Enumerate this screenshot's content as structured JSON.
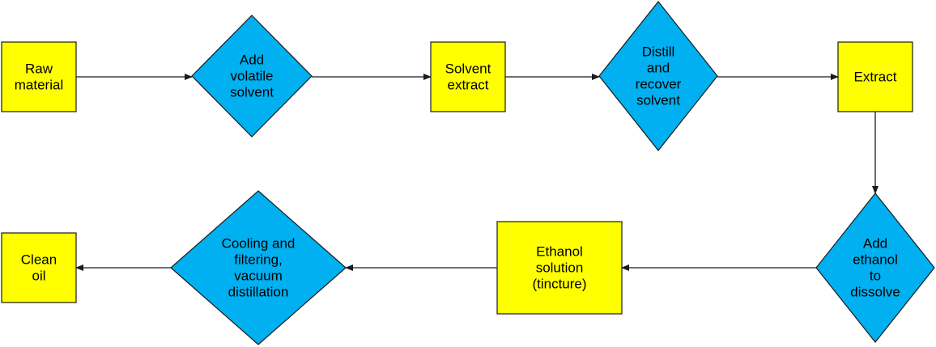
{
  "colors": {
    "process_fill": "#ffff00",
    "decision_fill": "#00b0f0",
    "stroke": "#1a1a1a"
  },
  "nodes": [
    {
      "id": "raw-material",
      "shape": "rect",
      "lines": [
        "Raw",
        "material"
      ]
    },
    {
      "id": "add-volatile-solvent",
      "shape": "diamond",
      "lines": [
        "Add",
        "volatile",
        "solvent"
      ]
    },
    {
      "id": "solvent-extract",
      "shape": "rect",
      "lines": [
        "Solvent",
        "extract"
      ]
    },
    {
      "id": "distill-recover",
      "shape": "diamond",
      "lines": [
        "Distill",
        "and",
        "recover",
        "solvent"
      ]
    },
    {
      "id": "extract",
      "shape": "rect",
      "lines": [
        "Extract"
      ]
    },
    {
      "id": "add-ethanol",
      "shape": "diamond",
      "lines": [
        "Add",
        "ethanol",
        "to",
        "dissolve"
      ]
    },
    {
      "id": "ethanol-solution",
      "shape": "rect",
      "lines": [
        "Ethanol",
        "solution",
        "(tincture)"
      ]
    },
    {
      "id": "cooling-filtering",
      "shape": "diamond",
      "lines": [
        "Cooling and",
        "filtering,",
        "vacuum",
        "distillation"
      ]
    },
    {
      "id": "clean-oil",
      "shape": "rect",
      "lines": [
        "Clean",
        "oil"
      ]
    }
  ],
  "edges": [
    [
      "raw-material",
      "add-volatile-solvent"
    ],
    [
      "add-volatile-solvent",
      "solvent-extract"
    ],
    [
      "solvent-extract",
      "distill-recover"
    ],
    [
      "distill-recover",
      "extract"
    ],
    [
      "extract",
      "add-ethanol"
    ],
    [
      "add-ethanol",
      "ethanol-solution"
    ],
    [
      "ethanol-solution",
      "cooling-filtering"
    ],
    [
      "cooling-filtering",
      "clean-oil"
    ]
  ]
}
